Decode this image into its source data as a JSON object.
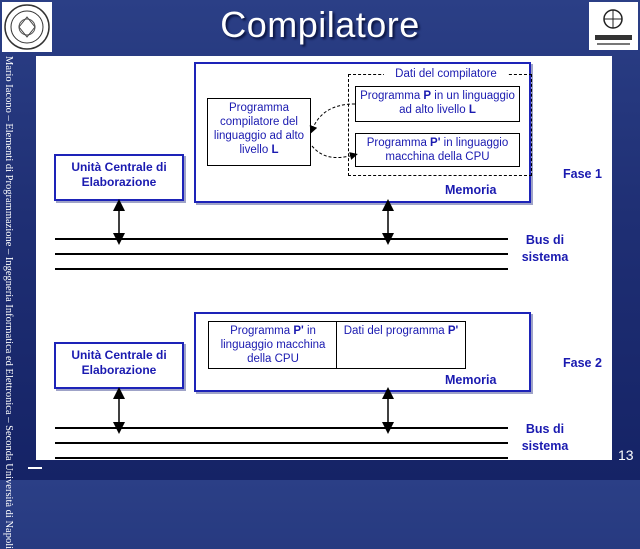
{
  "slide": {
    "title": "Compilatore",
    "sidebar_text": "Mario Iacono – Elementi di Programmazione – Ingegneria Informatica ed Elettronica – Seconda Università di Napoli",
    "page_number": "13"
  },
  "phase1": {
    "cpu_label": "Unità Centrale di Elaborazione",
    "memory_label": "Memoria",
    "phase_label": "Fase 1",
    "compiler_program": {
      "before": "Programma compilatore del linguaggio ad alto livello ",
      "lang": "L"
    },
    "compiler_data_label": "Dati del compilatore",
    "program_p": {
      "prefix": "Programma ",
      "p": "P",
      "middle": " in un linguaggio ad alto livello ",
      "lang": "L"
    },
    "program_p_prime": {
      "prefix": "Programma ",
      "p": "P'",
      "suffix": " in linguaggio macchina della CPU"
    },
    "bus_label": "Bus di sistema"
  },
  "phase2": {
    "cpu_label": "Unità Centrale di Elaborazione",
    "memory_label": "Memoria",
    "phase_label": "Fase 2",
    "program_p_prime": {
      "prefix": "Programma ",
      "p": "P'",
      "suffix": " in linguaggio macchina della CPU"
    },
    "program_data": {
      "prefix": "Dati del programma ",
      "p": "P'"
    },
    "bus_label": "Bus di sistema"
  },
  "colors": {
    "background": "#1f2f74",
    "accent": "#1d23b8",
    "text_blue": "#1a1ab0"
  }
}
